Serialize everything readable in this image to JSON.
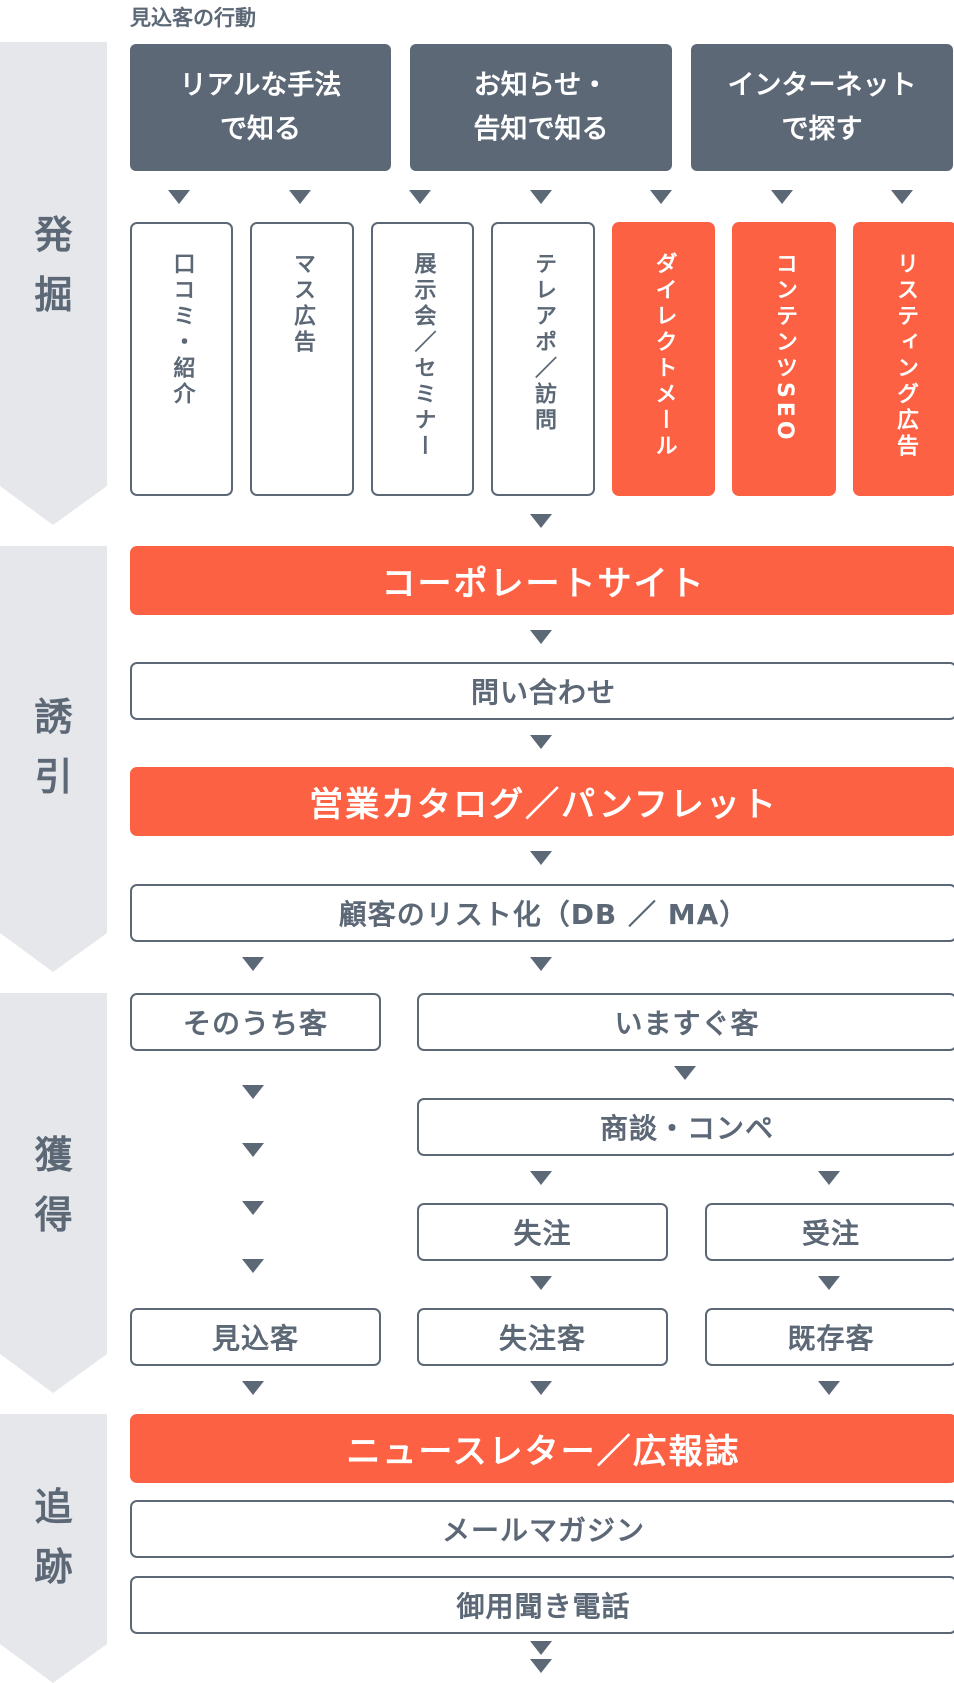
{
  "header": {
    "caption": "見込客の行動"
  },
  "stages": [
    {
      "label": "発\n掘"
    },
    {
      "label": "誘\n引"
    },
    {
      "label": "獲\n得"
    },
    {
      "label": "追\n跡"
    }
  ],
  "behaviors": [
    {
      "label": "リアルな手法\nで知る"
    },
    {
      "label": "お知らせ・\n告知で知る"
    },
    {
      "label": "インターネット\nで探す"
    }
  ],
  "channels": [
    {
      "label": "口コミ・紹介"
    },
    {
      "label": "マス広告"
    },
    {
      "label": "展示会／セミナー"
    },
    {
      "label": "テレアポ／訪問"
    },
    {
      "label": "ダイレクトメール"
    },
    {
      "label": "コンテンツSEO"
    },
    {
      "label": "リスティング広告"
    }
  ],
  "attract": {
    "corporate_site": "コーポレートサイト",
    "inquiry": "問い合わせ",
    "catalog": "営業カタログ／パンフレット",
    "list": "顧客のリスト化（DB ／ MA）"
  },
  "acquire": {
    "later_customer": "そのうち客",
    "now_customer": "いますぐ客",
    "negotiation": "商談・コンペ",
    "lost": "失注",
    "won": "受注",
    "prospect": "見込客",
    "lost_customer": "失注客",
    "existing_customer": "既存客"
  },
  "track": {
    "newsletter": "ニュースレター／広報誌",
    "mail_magazine": "メールマガジン",
    "phone_call": "御用聞き電話"
  },
  "colors": {
    "accent": "#fd6143",
    "dark": "#5d6877",
    "stage_bg": "#e5e7ea"
  }
}
